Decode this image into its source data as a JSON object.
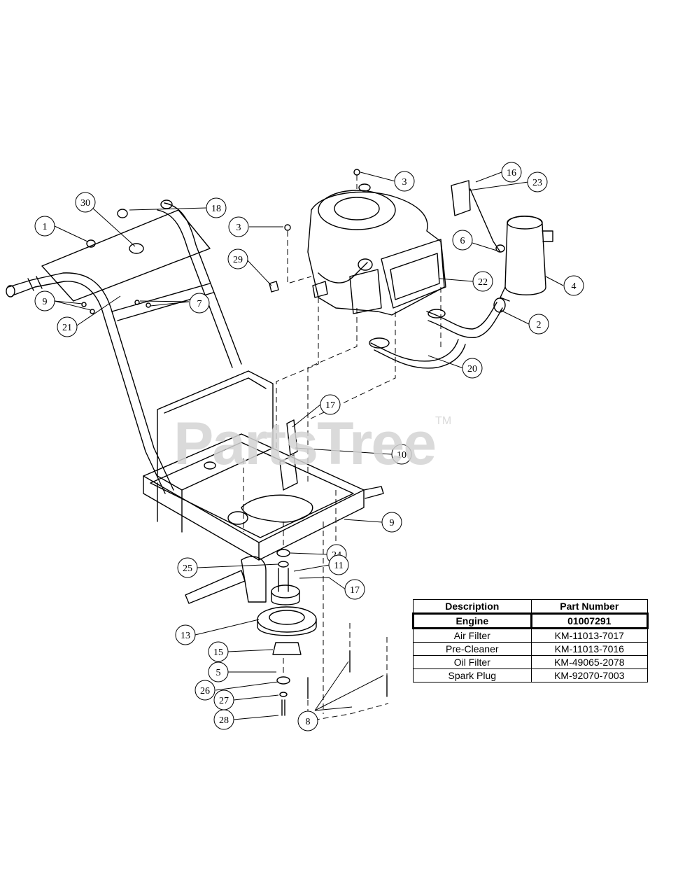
{
  "callouts": [
    "1",
    "30",
    "18",
    "3",
    "3",
    "16",
    "23",
    "6",
    "4",
    "29",
    "22",
    "2",
    "7",
    "9",
    "21",
    "20",
    "17",
    "10",
    "9",
    "24",
    "25",
    "11",
    "17",
    "13",
    "15",
    "5",
    "26",
    "27",
    "28",
    "8"
  ],
  "watermark": {
    "text": "PartsTree",
    "tm": "TM"
  },
  "parts_table": {
    "headers": [
      "Description",
      "Part Number"
    ],
    "rows": [
      {
        "description": "Engine",
        "part_number": "01007291",
        "highlight": true
      },
      {
        "description": "Air Filter",
        "part_number": "KM-11013-7017"
      },
      {
        "description": "Pre-Cleaner",
        "part_number": "KM-11013-7016"
      },
      {
        "description": "Oil Filter",
        "part_number": "KM-49065-2078"
      },
      {
        "description": "Spark Plug",
        "part_number": "KM-92070-7003"
      }
    ]
  }
}
